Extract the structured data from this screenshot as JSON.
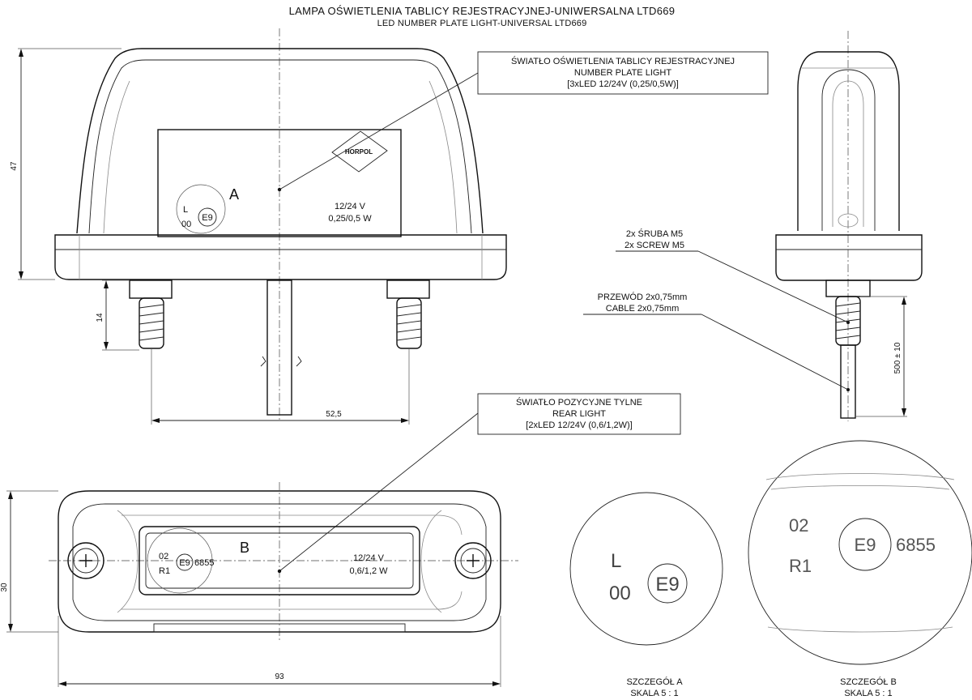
{
  "title": {
    "pl": "LAMPA OŚWIETLENIA TABLICY REJESTRACYJNEJ-UNIWERSALNA LTD669",
    "en": "LED NUMBER PLATE LIGHT-UNIVERSAL LTD669"
  },
  "callouts": {
    "plate_light": [
      "ŚWIATŁO OŚWIETLENIA TABLICY REJESTRACYJNEJ",
      "NUMBER PLATE LIGHT",
      "[3xLED 12/24V (0,25/0,5W)]"
    ],
    "screw": [
      "2x ŚRUBA M5",
      "2x SCREW M5"
    ],
    "cable": [
      "PRZEWÓD 2x0,75mm",
      "CABLE 2x0,75mm"
    ],
    "rear_light": [
      "ŚWIATŁO POZYCYJNE TYLNE",
      "REAR LIGHT",
      "[2xLED 12/24V (0,6/1,2W)]"
    ]
  },
  "dimensions": {
    "height": "47",
    "stud": "14",
    "spacing": "52,5",
    "cable_len": "500 ± 10",
    "width_base": "30",
    "length": "93"
  },
  "front_view": {
    "detail_letter": "A",
    "marking": [
      "L",
      "00",
      "E9"
    ],
    "rating": [
      "12/24 V",
      "0,25/0,5 W"
    ],
    "logo": "HORPOL"
  },
  "bottom_view": {
    "detail_letter": "B",
    "marking": [
      "02",
      "R1",
      "E9",
      "6855"
    ],
    "rating": [
      "12/24 V",
      "0,6/1,2 W"
    ]
  },
  "detail_a": {
    "marking": [
      "L",
      "00",
      "E9"
    ],
    "caption": [
      "SZCZEGÓŁ A",
      "SKALA 5 : 1"
    ]
  },
  "detail_b": {
    "marking": [
      "02",
      "R1",
      "E9",
      "6855"
    ],
    "caption": [
      "SZCZEGÓŁ B",
      "SKALA 5 : 1"
    ]
  }
}
